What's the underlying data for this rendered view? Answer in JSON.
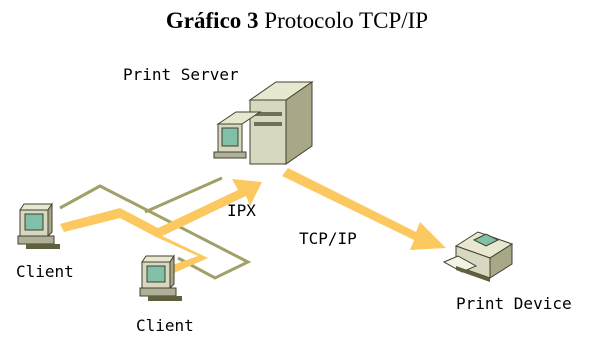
{
  "figure": {
    "caption_number": "Gráfico 3",
    "caption_text": "Protocolo TCP/IP"
  },
  "diagram": {
    "nodes": {
      "print_server": "Print Server",
      "client_1": "Client",
      "client_2": "Client",
      "print_device": "Print Device"
    },
    "links": {
      "ipx": "IPX",
      "tcpip": "TCP/IP"
    }
  },
  "colors": {
    "arrow": "#fcc860",
    "cable": "#a0a068",
    "device_body": "#d8d8c0",
    "screen": "#80c0a8",
    "shadow": "#606040"
  }
}
